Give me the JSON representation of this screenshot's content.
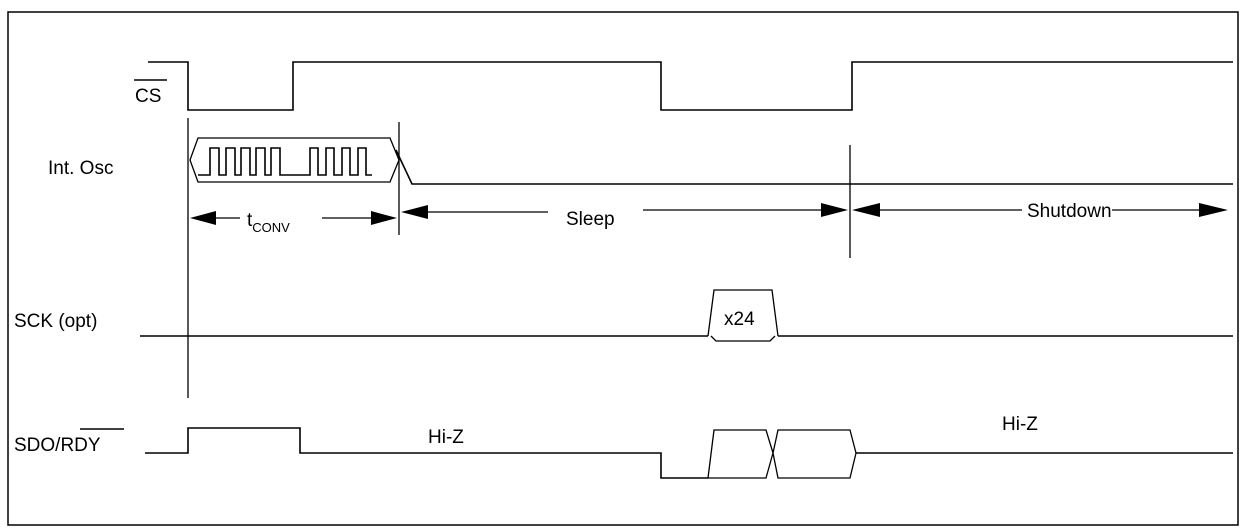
{
  "signals": {
    "cs": "CS",
    "int_osc": "Int. Osc",
    "sck": "SCK (opt)",
    "sdo_prefix": "SDO/",
    "sdo_bar": "RDY"
  },
  "phases": {
    "tconv_main": "t",
    "tconv_sub": "CONV",
    "sleep": "Sleep",
    "shutdown": "Shutdown"
  },
  "annotations": {
    "clock_count": "x24",
    "hiz_1": "Hi-Z",
    "hiz_2": "Hi-Z"
  }
}
